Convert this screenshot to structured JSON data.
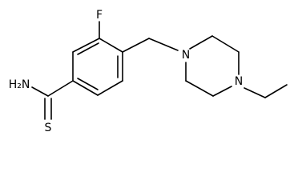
{
  "atoms": {
    "fluorine": "F",
    "amine": "H₂N",
    "sulfur": "S",
    "nitrogen_1": "N",
    "nitrogen_2": "N"
  }
}
